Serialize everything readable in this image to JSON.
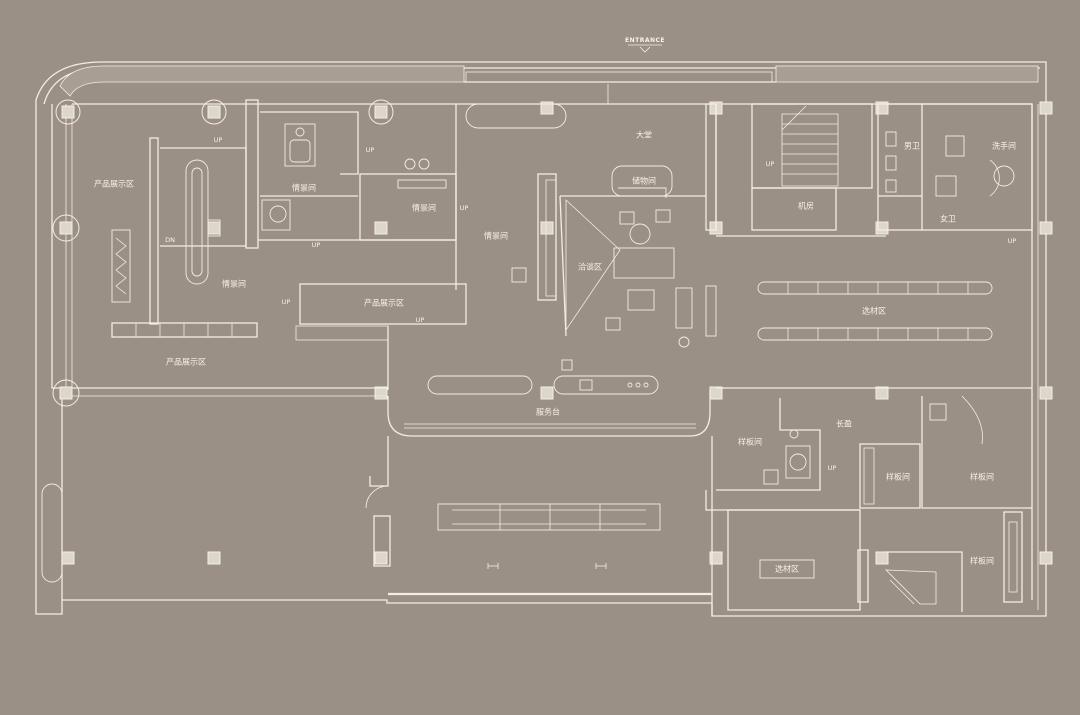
{
  "entrance": "ENTRANCE",
  "rooms": {
    "product_zone_left": "产品展示区",
    "product_zone_bottom": "产品展示区",
    "product_zone_center": "产品展示区",
    "scene_room_1": "情景间",
    "scene_room_2": "情景间",
    "scene_room_3": "情景间",
    "scene_room_4": "情景间",
    "lobby": "大堂",
    "storage": "储物间",
    "negotiation": "洽谈区",
    "service_desk": "服务台",
    "mens_wc": "男卫",
    "womens_wc": "女卫",
    "washroom": "洗手间",
    "machine_room": "机房",
    "material_zone": "选材区",
    "material_zone_2": "选材区",
    "long_corridor": "长盈",
    "sample_room_1": "样板间",
    "sample_room_2": "样板间",
    "sample_room_3": "样板间",
    "sample_room_4": "样板间"
  },
  "markers": {
    "up": "UP",
    "dn": "DN"
  }
}
